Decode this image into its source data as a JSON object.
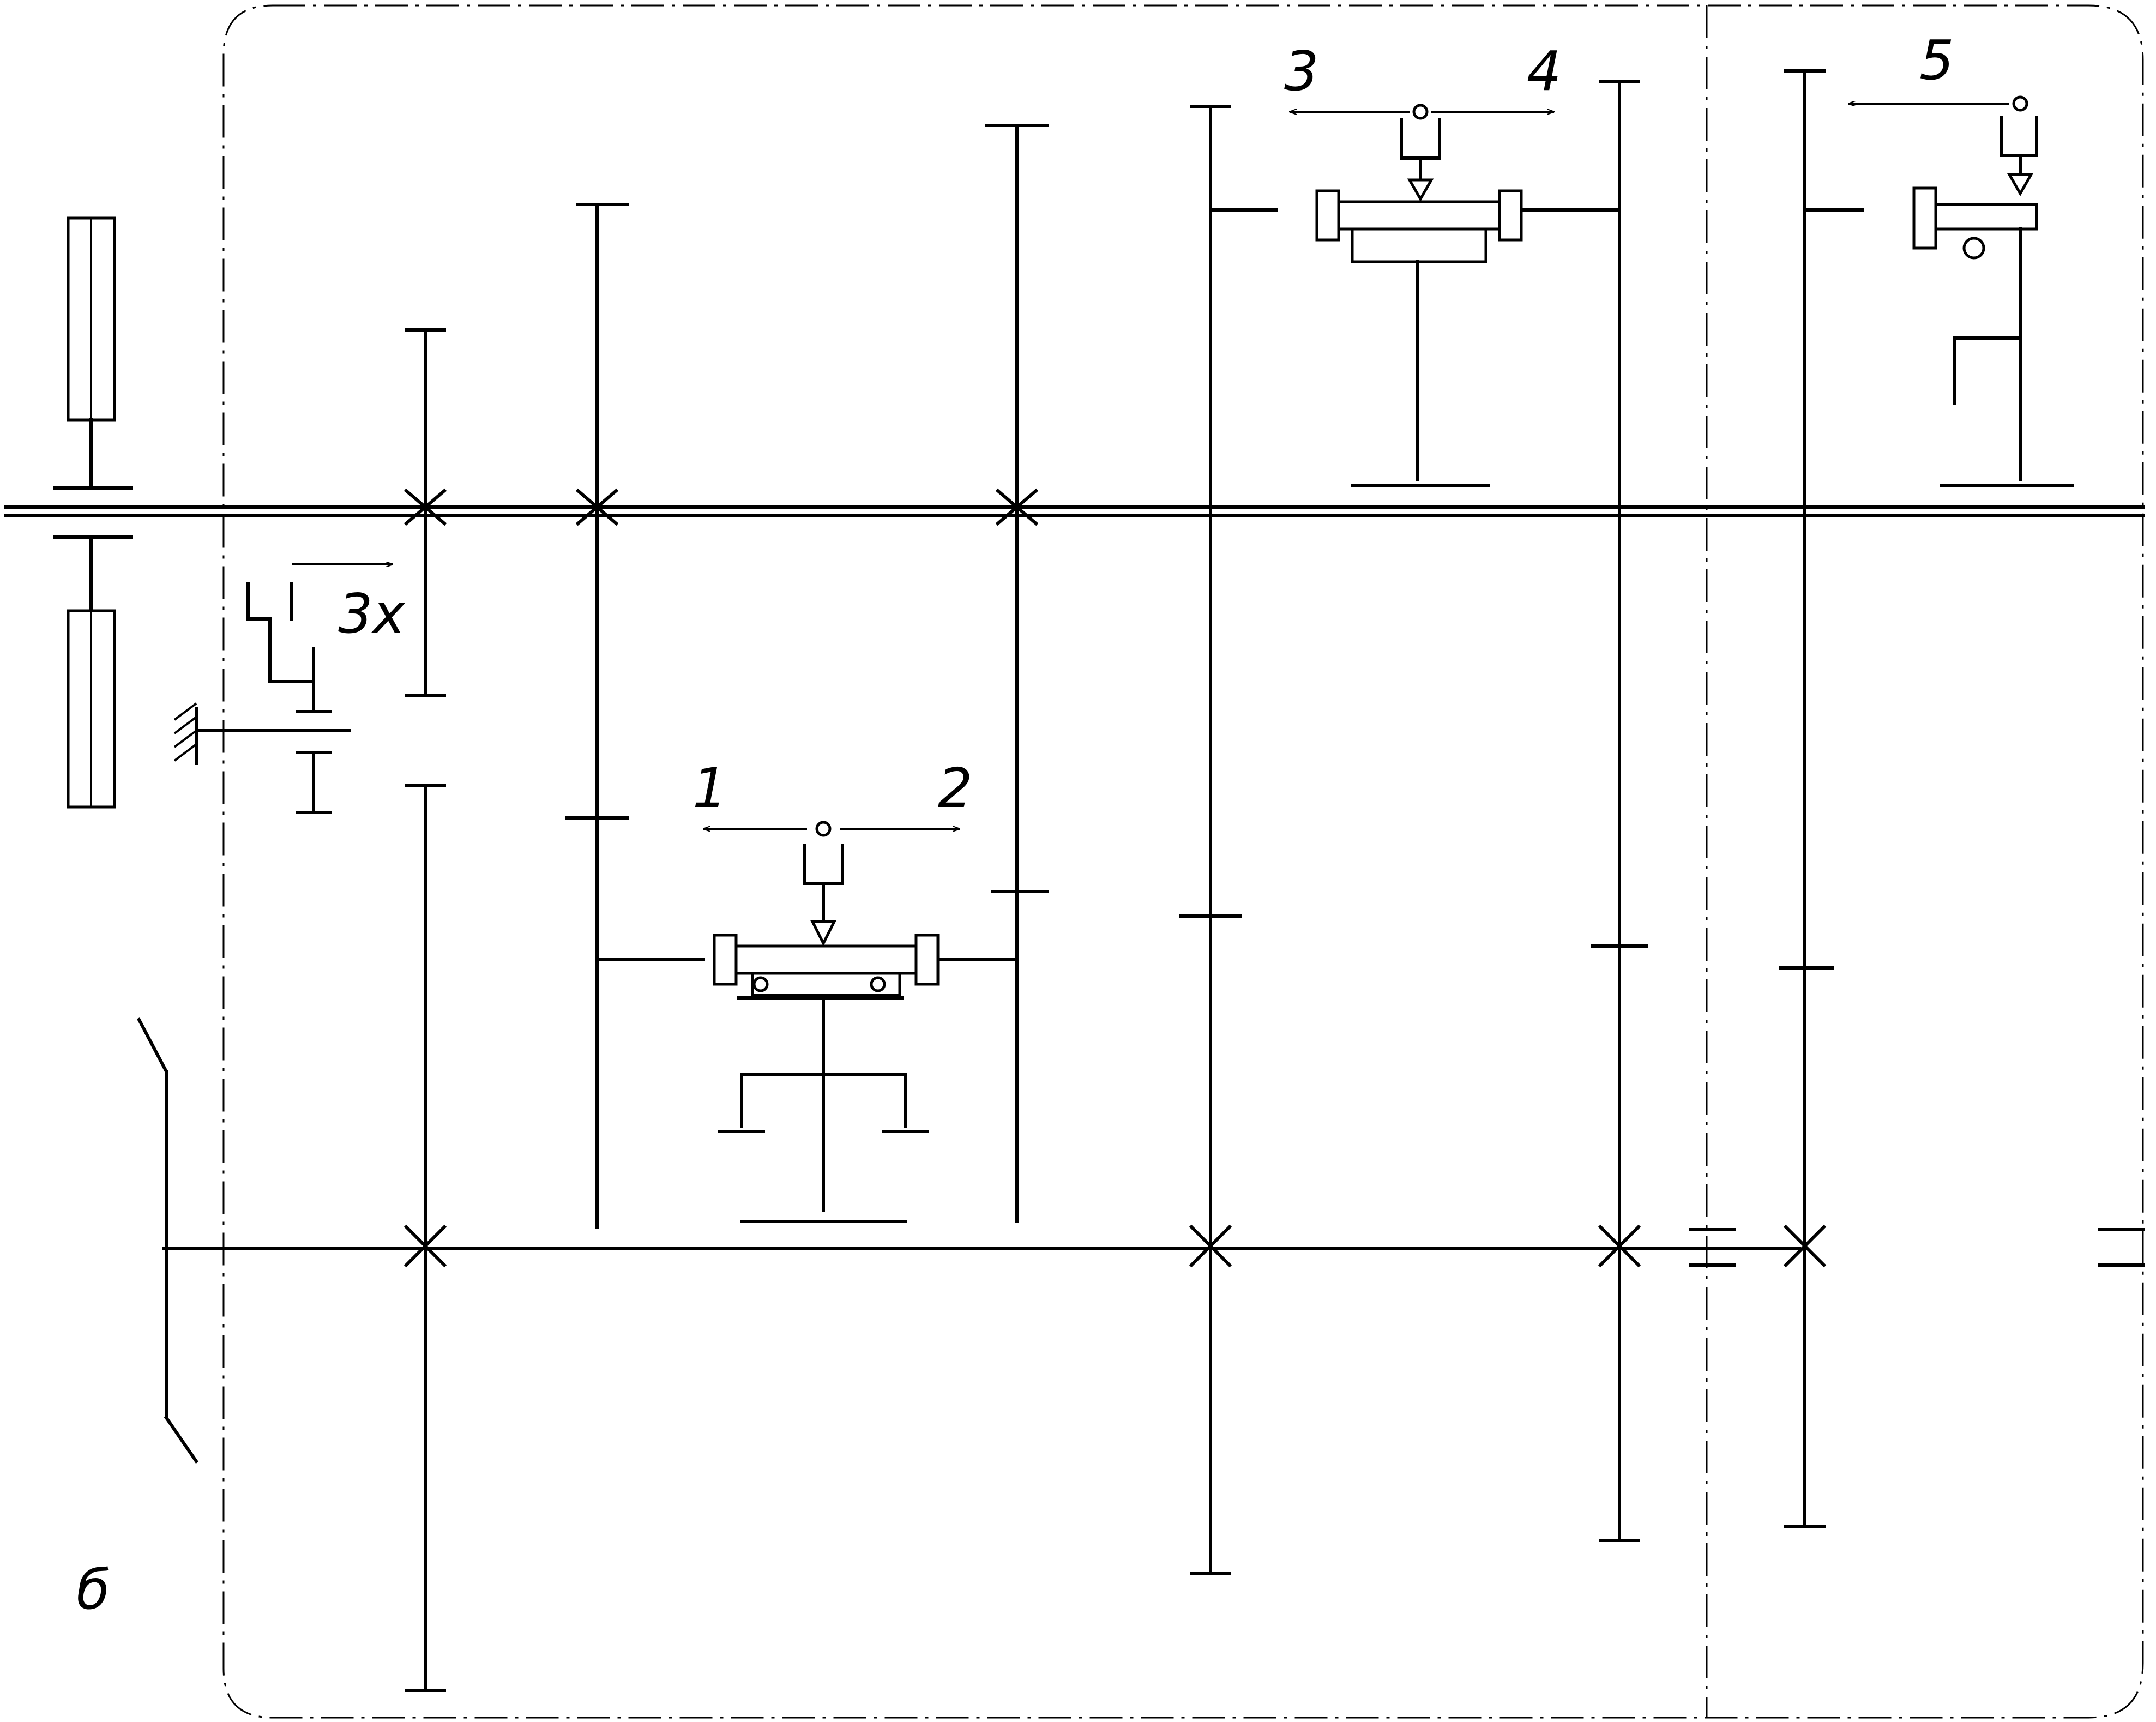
{
  "labels": {
    "shift_1": "1",
    "shift_2": "2",
    "shift_3": "3",
    "shift_4": "4",
    "shift_5": "5",
    "reverse": "3х",
    "figure": "б"
  },
  "colors": {
    "line": "#000000",
    "background": "#ffffff"
  }
}
